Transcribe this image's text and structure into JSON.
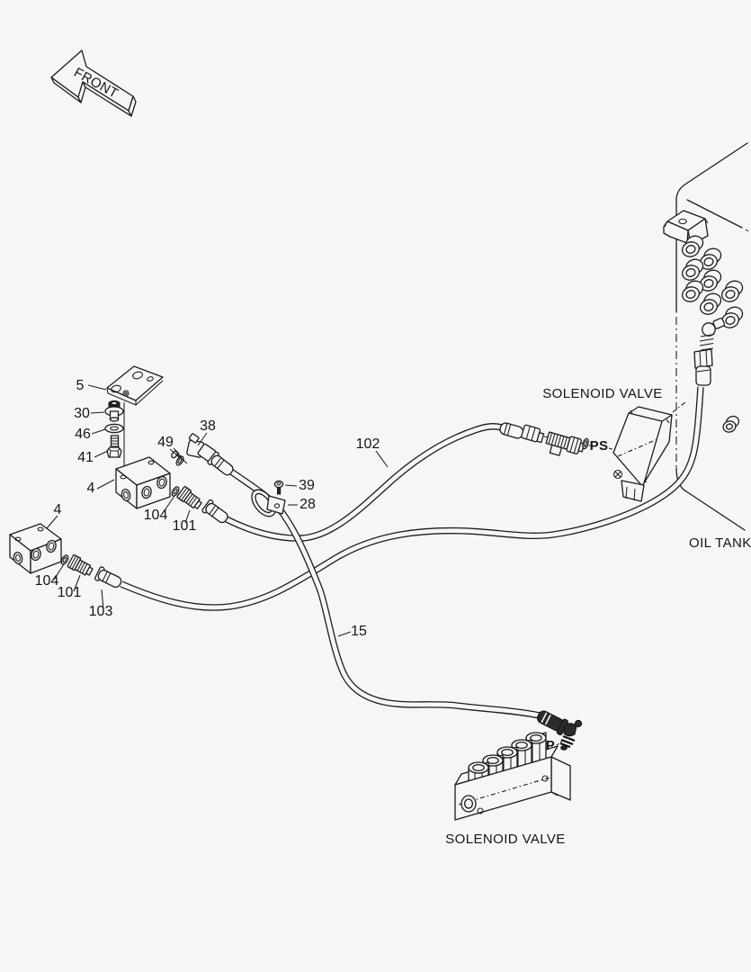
{
  "figure": {
    "background": "#f6f6f4",
    "line_color": "#1c1c1c"
  },
  "labels": {
    "front": "FRONT",
    "solenoid_valve_top": "SOLENOID VALVE",
    "solenoid_valve_bottom": "SOLENOID VALVE",
    "oil_tank": "OIL TANK",
    "ps_port": "PS",
    "p_port": "P"
  },
  "callouts": {
    "plate": "5",
    "rubber_mount": "30",
    "washer": "46",
    "bolt": "41",
    "upper_block": "4",
    "lower_block": "4",
    "oring_elbow": "49",
    "elbow_fitting": "38",
    "oring_upper": "104",
    "adapter_upper": "101",
    "screw": "39",
    "clamp": "28",
    "hose_ps": "102",
    "oring_lower": "104",
    "adapter_lower": "101",
    "hose_oil_tank": "103",
    "hose_p": "15"
  }
}
